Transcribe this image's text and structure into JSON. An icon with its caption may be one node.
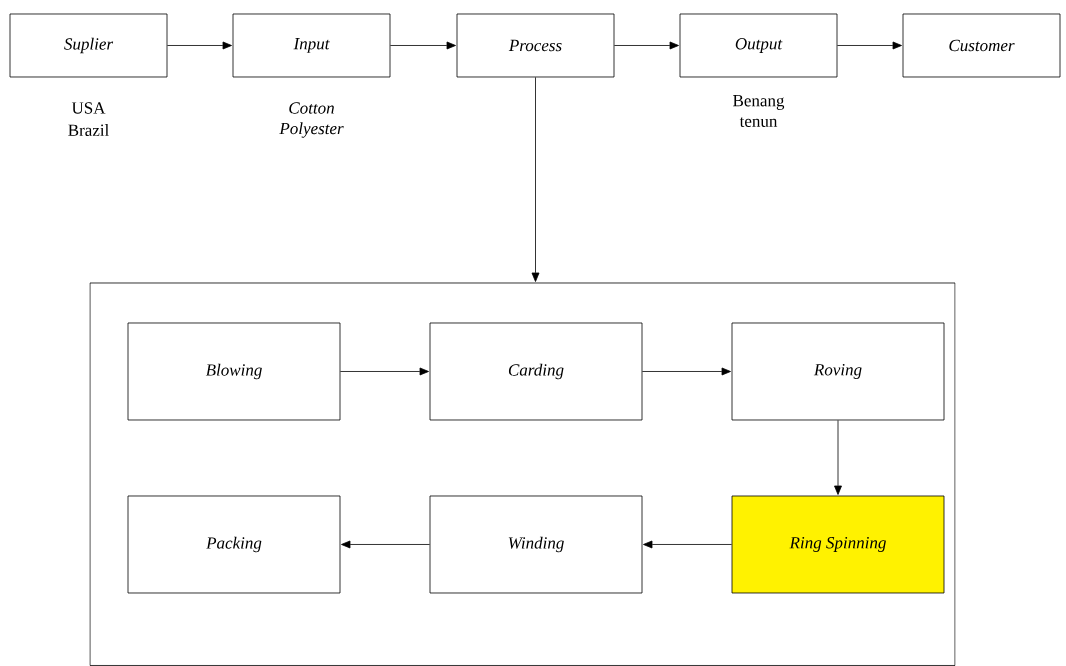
{
  "diagram": {
    "nodes": [
      {
        "text": [
          "Suplier"
        ],
        "beside": [
          "USA",
          "Brazil"
        ]
      },
      {
        "text": [
          "Input"
        ],
        "beside": [
          "Cotton",
          "Polyester"
        ]
      },
      {
        "text": [
          "Process"
        ]
      },
      {
        "text": [
          "Output"
        ],
        "beside": [
          "Benang tenun"
        ]
      },
      {
        "text": [
          "Customer"
        ]
      },
      {
        "text": [],
        "shape": "box"
      },
      {
        "text": [
          "Blowing"
        ],
        "in": 5
      },
      {
        "text": [
          "Carding"
        ],
        "in": 5
      },
      {
        "text": [
          "Roving"
        ],
        "in": 5
      },
      {
        "text": [
          "Packing"
        ],
        "in": 5
      },
      {
        "text": [
          "Winding"
        ],
        "in": 5
      },
      {
        "text": [
          "Ring Spinning"
        ],
        "in": 5
      }
    ],
    "edges": [
      {
        "from": 0,
        "to": 1,
        "arrow": "to"
      },
      {
        "from": 1,
        "to": 2,
        "arrow": "to"
      },
      {
        "from": 2,
        "to": 3,
        "arrow": "to"
      },
      {
        "from": 3,
        "to": 4,
        "arrow": "to"
      },
      {
        "from": 2,
        "to": 5,
        "arrow": "to"
      },
      {
        "from": 6,
        "to": 7,
        "arrow": "to"
      },
      {
        "from": 7,
        "to": 8,
        "arrow": "to"
      },
      {
        "from": 8,
        "to": 11,
        "arrow": "to"
      },
      {
        "from": 11,
        "to": 10,
        "arrow": "to"
      },
      {
        "from": 10,
        "to": 9,
        "arrow": "to"
      }
    ]
  }
}
